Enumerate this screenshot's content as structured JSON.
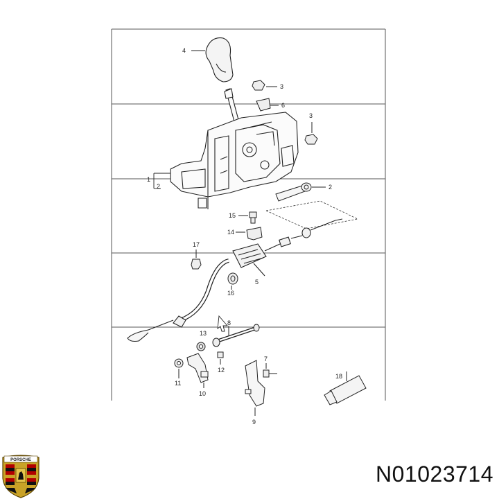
{
  "callouts": {
    "c1": "1",
    "c2a": "2",
    "c2b": "2",
    "c3a": "3",
    "c3b": "3",
    "c4": "4",
    "c5": "5",
    "c6": "6",
    "c7": "7",
    "c8": "8",
    "c9": "9",
    "c10": "10",
    "c11": "11",
    "c12": "12",
    "c13": "13",
    "c14": "14",
    "c15": "15",
    "c16": "16",
    "c17": "17",
    "c18": "18"
  },
  "part_number": "N01023714",
  "logo": {
    "text": "PORSCHE"
  },
  "colors": {
    "ink": "#222222",
    "frame": "#555555",
    "background": "#ffffff"
  }
}
